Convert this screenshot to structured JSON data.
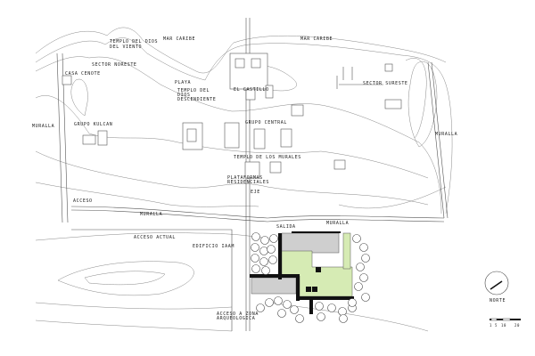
{
  "labels": {
    "templo_viento_1": "TEMPLO DEL DIOS",
    "templo_viento_2": "DEL VIENTO",
    "mar_caribe_1": "MAR CARIBE",
    "mar_caribe_2": "MAR CARIBE",
    "sector_noreste": "SECTOR NORESTE",
    "casa_cenote": "CASA CENOTE",
    "playa": "PLAYA",
    "templo_descendiente_1": "TEMPLO DEL",
    "templo_descendiente_2": "DIOS",
    "templo_descendiente_3": "DESCENDIENTE",
    "el_castillo": "EL CASTILLO",
    "sector_sureste": "SECTOR SURESTE",
    "muralla_oeste": "MURALLA",
    "grupo_kulcan": "GRUPO KULCAN",
    "grupo_central": "GRUPO CENTRAL",
    "muralla_este": "MURALLA",
    "templo_murales": "TEMPLO DE LOS MURALES",
    "plataformas_1": "PLATAFORMAS",
    "plataformas_2": "RESIDENCIALES",
    "eje": "EJE",
    "acceso": "ACCESO",
    "muralla_sur": "MURALLA",
    "salida": "SALIDA",
    "muralla_sur_este": "MURALLA",
    "acceso_actual": "ACCESO ACTUAL",
    "edificio": "EDIFICIO IAAM",
    "acceso_zona_1": "ACCESO A ZONA",
    "acceso_zona_2": "ARQUEOLOGICA"
  },
  "north": {
    "label": "NORTE"
  },
  "scale": {
    "ticks": [
      "1",
      "5",
      "10",
      "20"
    ]
  },
  "colors": {
    "green": "#d6ebb4",
    "grey_paving": "#cfcfcf",
    "wall": "#111111"
  }
}
